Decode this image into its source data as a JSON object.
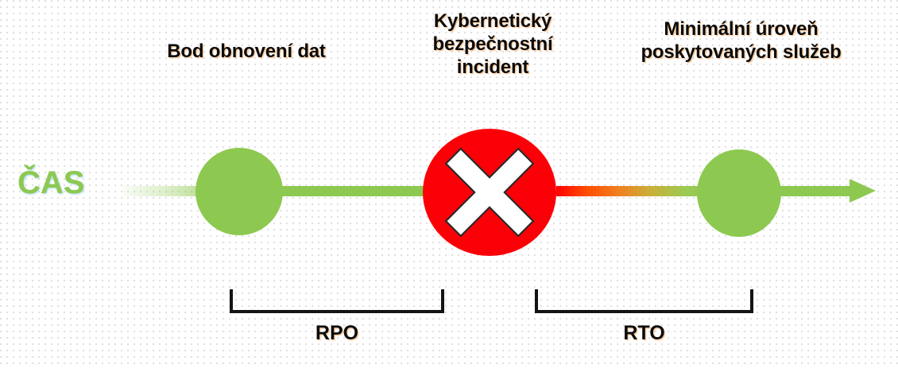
{
  "diagram": {
    "title": "RPO / RTO timeline for a cybersecurity incident",
    "background_color": "#ffffff",
    "accent_green": "#8DC950",
    "accent_red": "#FB0007",
    "text_color": "#0b0b0b"
  },
  "axis": {
    "label": "ČAS",
    "direction": "left-to-right",
    "arrow_icon": "arrow-right-icon"
  },
  "headings": {
    "recovery_point": "Bod obnovení dat",
    "incident": "Kybernetický\nbezpečnostní\nincident",
    "service_level": "Minimální úroveň\nposkytovaných služeb"
  },
  "nodes": [
    {
      "id": "recovery-point",
      "shape": "circle",
      "color": "#8DC950",
      "icon": "green-circle-icon",
      "label": "Bod obnovení dat"
    },
    {
      "id": "incident",
      "shape": "circle",
      "color": "#FB0007",
      "icon": "cross-x-icon",
      "label": "Kybernetický bezpečnostní incident"
    },
    {
      "id": "service-level",
      "shape": "circle",
      "color": "#8DC950",
      "icon": "green-circle-icon",
      "label": "Minimální úroveň poskytovaných služeb"
    }
  ],
  "brackets": [
    {
      "id": "rpo",
      "label": "RPO",
      "from": "recovery-point",
      "to": "incident"
    },
    {
      "id": "rto",
      "label": "RTO",
      "from": "incident",
      "to": "service-level"
    }
  ]
}
